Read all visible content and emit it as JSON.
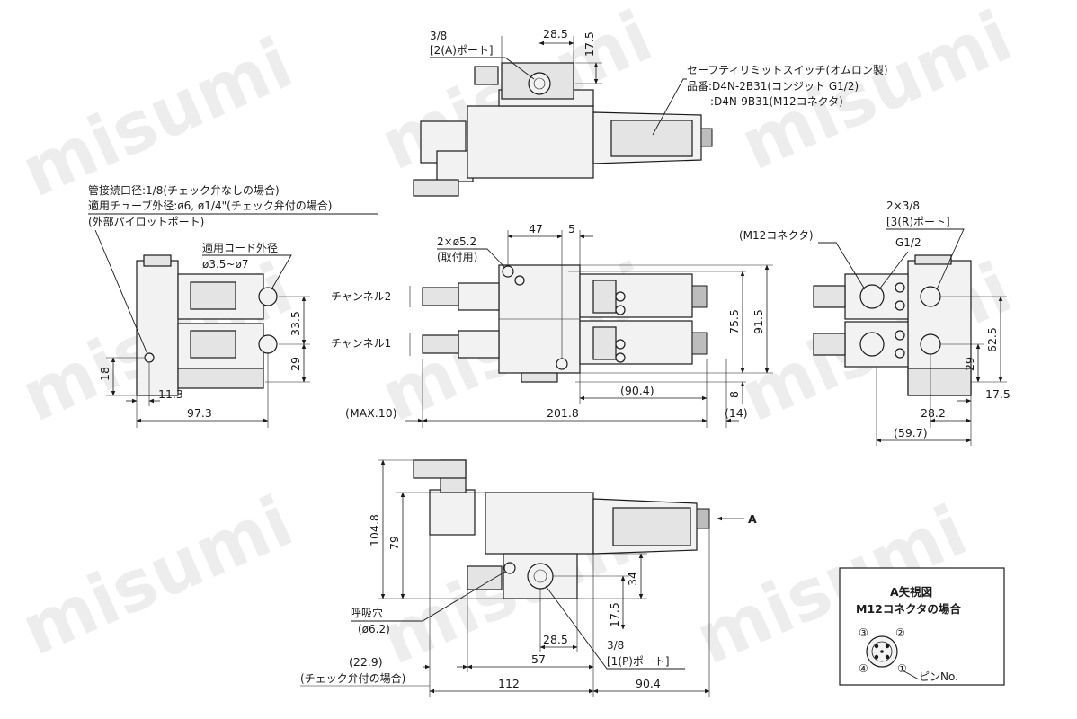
{
  "watermark": "misumi",
  "top_view": {
    "port_label_line1": "3/8",
    "port_label_line2": "[2(A)ポート]",
    "dim_width": "28.5",
    "dim_height": "17.5",
    "switch_line1": "セーフティリミットスイッチ(オムロン製)",
    "switch_line2": "品番:D4N-2B31(コンジット G1/2)",
    "switch_line3": ":D4N-9B31(M12コネクタ)"
  },
  "left_view": {
    "note_line1": "管接続口径:1/8(チェック弁なしの場合)",
    "note_line2": "適用チューブ外径:ø6, ø1/4\"(チェック弁付の場合)",
    "note_line3": "(外部パイロットポート)",
    "cord_line1": "適用コード外径",
    "cord_line2": "ø3.5~ø7",
    "dim_33_5": "33.5",
    "dim_29": "29",
    "dim_18": "18",
    "dim_11_3": "11.3",
    "dim_97_3": "97.3"
  },
  "front_view": {
    "hole_line1": "2×ø5.2",
    "hole_line2": "(取付用)",
    "dim_47": "47",
    "dim_5": "5",
    "channel2": "チャンネル2",
    "channel1": "チャンネル1",
    "dim_75_5": "75.5",
    "dim_91_5": "91.5",
    "dim_8": "8",
    "dim_90_4": "(90.4)",
    "dim_max10": "(MAX.10)",
    "dim_201_8": "201.8",
    "dim_14": "(14)"
  },
  "right_view": {
    "m12_label": "(M12コネクタ)",
    "port_line1": "2×3/8",
    "port_line2": "[3(R)ポート]",
    "g12": "G1/2",
    "dim_62_5": "62.5",
    "dim_29": "29",
    "dim_17_5": "17.5",
    "dim_28_2": "28.2",
    "dim_59_7": "(59.7)"
  },
  "bottom_view": {
    "arrow_label": "A",
    "dim_104_8": "104.8",
    "dim_79": "79",
    "dim_34": "34",
    "dim_17_5": "17.5",
    "dim_28_5": "28.5",
    "breath_line1": "呼吸穴",
    "breath_line2": "(ø6.2)",
    "port_line1": "3/8",
    "port_line2": "[1(P)ポート]",
    "dim_57": "57",
    "dim_22_9": "(22.9)",
    "check_note": "(チェック弁付の場合)",
    "dim_112": "112",
    "dim_90_4": "90.4"
  },
  "detail_box": {
    "title_line1": "A矢視図",
    "title_line2": "M12コネクタの場合",
    "pin1": "①",
    "pin2": "②",
    "pin3": "③",
    "pin4": "④",
    "pin_label": "ピンNo."
  }
}
